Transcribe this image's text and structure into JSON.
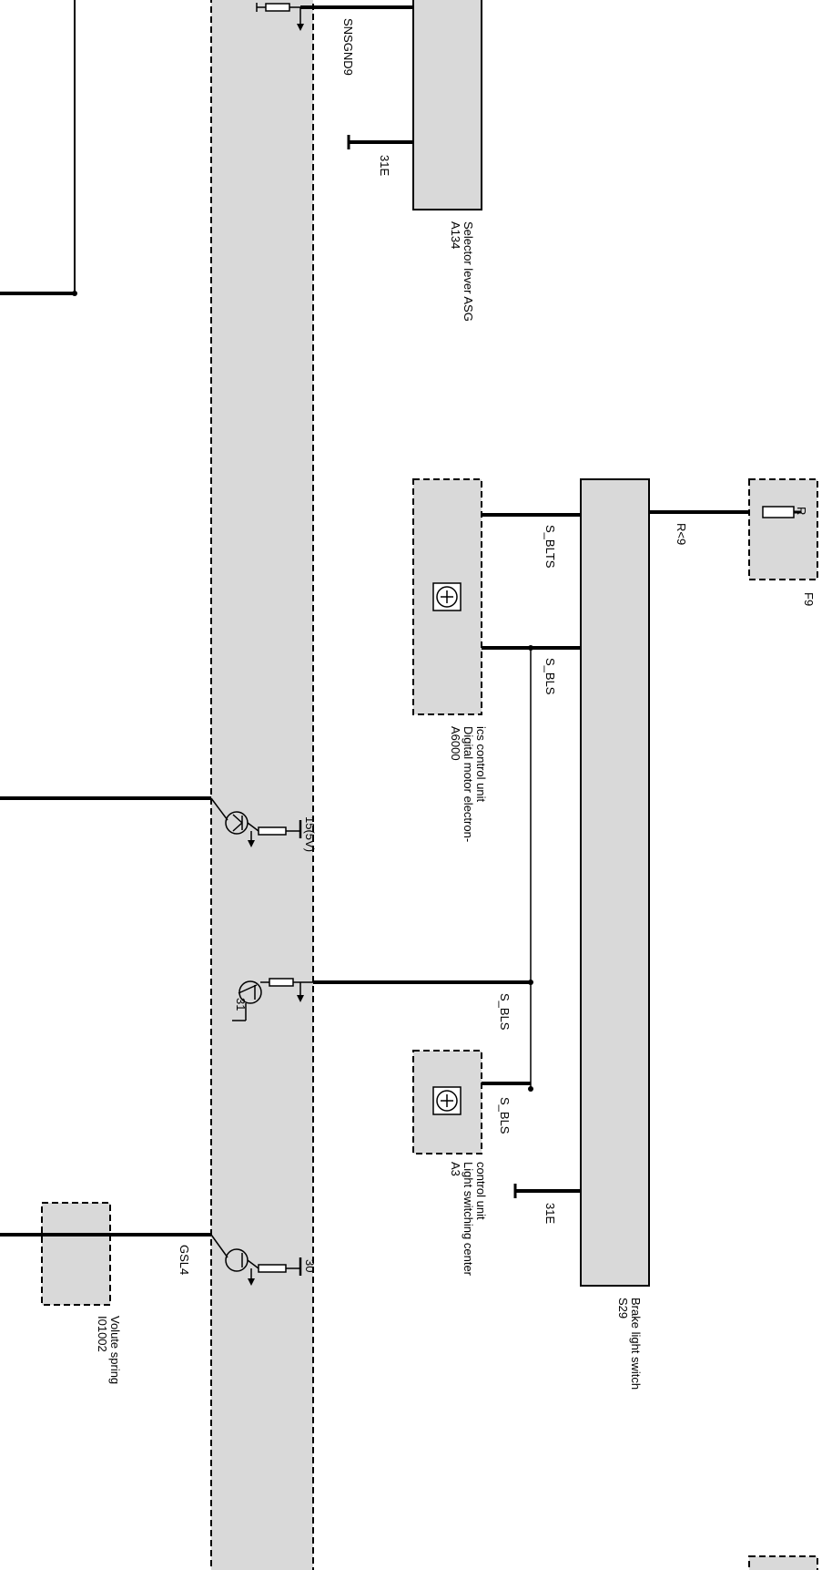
{
  "components": {
    "a134": {
      "id": "A134",
      "name": "Selector lever ASG"
    },
    "a6000": {
      "id": "A6000",
      "name_line1": "Digital motor electron-",
      "name_line2": "ics control unit"
    },
    "a3": {
      "id": "A3",
      "name_line1": "Light switching center",
      "name_line2": "control unit"
    },
    "s29": {
      "id": "S29",
      "name": "Brake light switch"
    },
    "f9": {
      "id": "F9",
      "fuse_label": "R"
    },
    "i01002": {
      "id": "I01002",
      "name": "Volute spring"
    }
  },
  "signals": {
    "snsgnd9": "SNSGND9",
    "gnd_a134": "31E",
    "gnd_s29": "31E",
    "s_blts": "S_BLTS",
    "s_bls_a6000": "S_BLS",
    "s_bls_mid": "S_BLS",
    "s_bls_a3": "S_BLS",
    "r9": "R<9",
    "gsl4": "GSL4"
  },
  "terminals": {
    "t15": "15(5V)",
    "t31": "31",
    "t30": "30"
  }
}
